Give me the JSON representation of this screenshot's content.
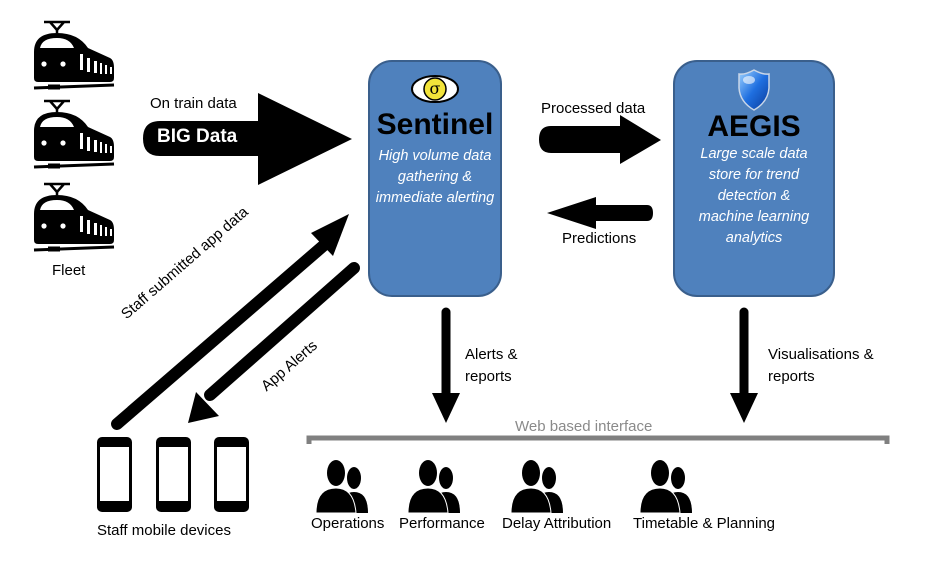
{
  "fleet": {
    "label": "Fleet",
    "icons": [
      "train-icon",
      "train-icon",
      "train-icon"
    ]
  },
  "flows": {
    "on_train_data": "On train data",
    "big_data": "BIG Data",
    "processed_data": "Processed data",
    "predictions": "Predictions",
    "staff_submitted": "Staff submitted app data",
    "app_alerts": "App Alerts",
    "alerts_reports_line1": "Alerts &",
    "alerts_reports_line2": "reports",
    "visualisations_line1": "Visualisations &",
    "visualisations_line2": "reports"
  },
  "sentinel": {
    "title": "Sentinel",
    "icon_symbol": "σ",
    "description": [
      "High volume data",
      "gathering &",
      "immediate alerting"
    ]
  },
  "aegis": {
    "title": "AEGIS",
    "description": [
      "Large scale data",
      "store for trend",
      "detection &",
      "machine learning",
      "analytics"
    ]
  },
  "mobile": {
    "label": "Staff mobile devices"
  },
  "web": {
    "label": "Web based interface",
    "users": [
      {
        "label": "Operations"
      },
      {
        "label": "Performance"
      },
      {
        "label": "Delay Attribution"
      },
      {
        "label": "Timetable & Planning"
      }
    ]
  },
  "colors": {
    "box_fill": "#4f81bd",
    "box_border": "#3a5f8c",
    "bracket": "#808080",
    "sentinel_eye": "#f2e33a"
  }
}
